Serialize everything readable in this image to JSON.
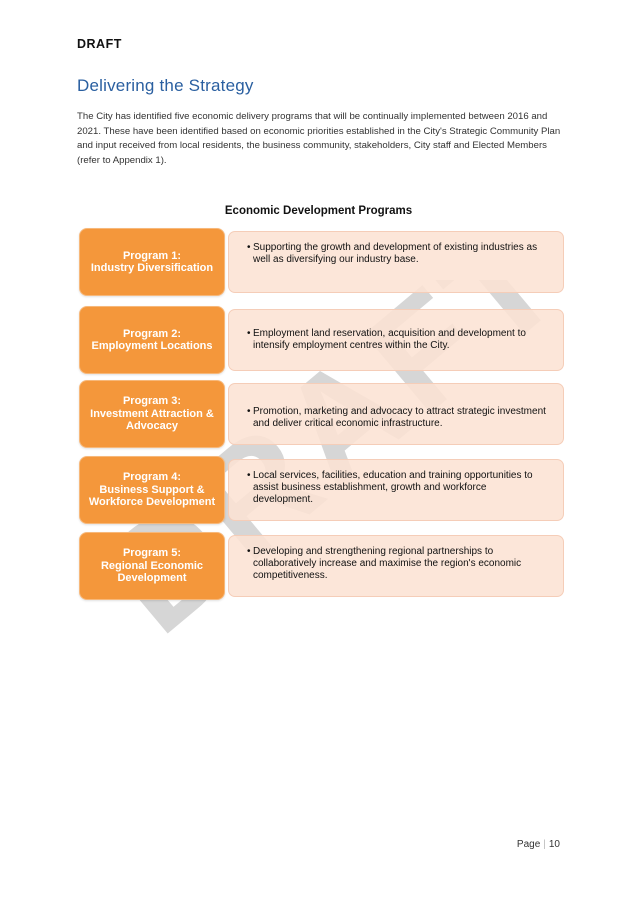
{
  "header": {
    "draft_label": "DRAFT"
  },
  "section": {
    "heading": "Delivering the Strategy",
    "intro": "The City has identified five economic delivery programs that will be continually implemented between 2016 and 2021. These have been identified based on economic priorities established in the City's Strategic Community Plan and input received from local residents, the business community, stakeholders, City staff and Elected Members (refer to Appendix 1)."
  },
  "diagram": {
    "title": "Economic Development Programs",
    "programs": [
      {
        "label": "Program 1:\nIndustry Diversification",
        "description": "Supporting the growth and development of existing industries as well as diversifying our industry base."
      },
      {
        "label": "Program 2:\nEmployment Locations",
        "description": "Employment land reservation, acquisition and development to intensify employment centres within the City."
      },
      {
        "label": "Program 3:\nInvestment Attraction &\nAdvocacy",
        "description": "Promotion, marketing and advocacy to attract strategic investment and deliver critical economic infrastructure."
      },
      {
        "label": "Program 4:\nBusiness Support &\nWorkforce Development",
        "description": "Local services, facilities, education and training opportunities to assist business establishment, growth and workforce development."
      },
      {
        "label": "Program 5:\nRegional Economic\nDevelopment",
        "description": "Developing and strengthening regional partnerships to collaboratively increase and maximise the region's economic competitiveness."
      }
    ]
  },
  "footer": {
    "page_label": "Page",
    "page_number": "10"
  },
  "watermark": {
    "text": "DRAFT"
  },
  "colors": {
    "heading": "#2a5fa0",
    "program_box": "#f4973b",
    "description_box": "#fce2d4"
  }
}
